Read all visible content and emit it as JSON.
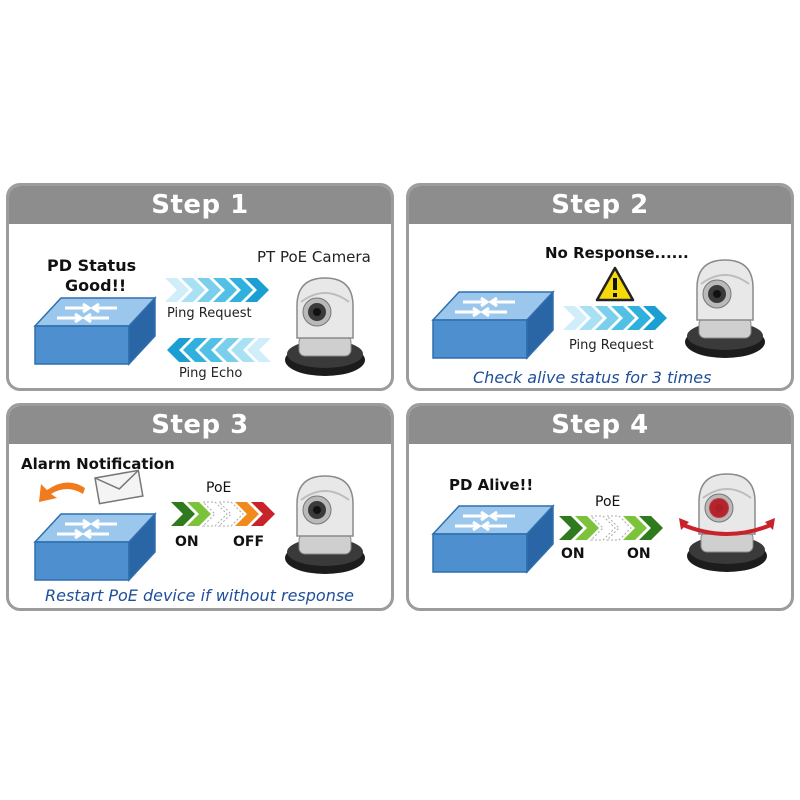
{
  "step1": {
    "title": "Step 1",
    "status_line1": "PD Status",
    "status_line2": "Good!!",
    "camera_label": "PT PoE Camera",
    "ping_request": "Ping Request",
    "ping_echo": "Ping Echo"
  },
  "step2": {
    "title": "Step 2",
    "no_response": "No Response......",
    "ping_request": "Ping Request",
    "note": "Check alive status for 3 times"
  },
  "step3": {
    "title": "Step 3",
    "alarm": "Alarm Notification",
    "poe": "PoE",
    "on": "ON",
    "off": "OFF",
    "note": "Restart PoE device if without response"
  },
  "step4": {
    "title": "Step 4",
    "alive": "PD Alive!!",
    "poe": "PoE",
    "on_left": "ON",
    "on_right": "ON"
  },
  "colors": {
    "header": "#8d8d8d",
    "switch_top": "#9cc7ec",
    "switch_front": "#2f73b8",
    "arrow_cyan": "#39b4e0",
    "arrow_green": "#3a9a2a",
    "arrow_red": "#c8222a",
    "note_blue": "#1f4e9a"
  }
}
